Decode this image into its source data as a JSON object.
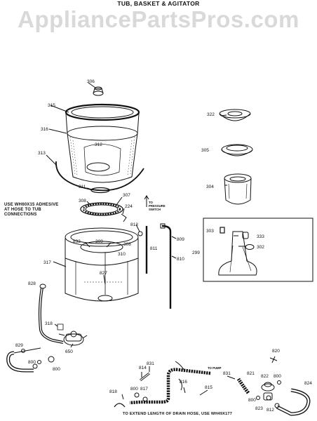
{
  "header": {
    "title": "TUB, BASKET & AGITATOR",
    "watermark": "AppliancePartsPros.com"
  },
  "notes": {
    "adhesive": "USE WH60X15 ADHESIVE AT HOSE TO TUB CONNECTIONS",
    "pressure_switch": "TO PRESSURE SWITCH",
    "to_pump": "TO PUMP",
    "drain_hose": "TO EXTEND LENGTH OF DRAIN HOSE, USE WH49X177"
  },
  "callouts": {
    "c306": "306",
    "c315": "315",
    "c316": "316",
    "c312": "312",
    "c313": "313",
    "c311": "311",
    "c307": "307",
    "c308": "308",
    "c224": "224",
    "c813": "813",
    "c309": "309",
    "c833": "833",
    "c308b": "308",
    "c310": "310",
    "c811": "811",
    "c809": "809",
    "c810": "810",
    "c317": "317",
    "c827": "827",
    "c828": "828",
    "c318": "318",
    "c829": "829",
    "c800a": "800",
    "c800b": "800",
    "c650": "650",
    "c322": "322",
    "c305": "305",
    "c304": "304",
    "c303": "303",
    "c333": "333",
    "c302": "302",
    "c299": "299",
    "c814": "814",
    "c831a": "831",
    "c816": "816",
    "c800c": "800",
    "c817": "817",
    "c818": "818",
    "c815": "815",
    "c831b": "831",
    "c821": "821",
    "c822": "822",
    "c800d": "800",
    "c800e": "800",
    "c823": "823",
    "c812": "812",
    "c824": "824",
    "c820": "820"
  }
}
